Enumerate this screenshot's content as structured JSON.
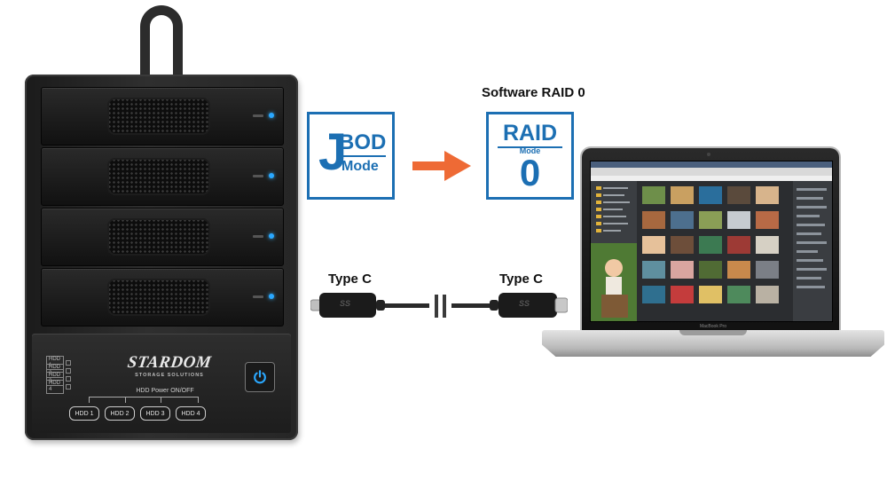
{
  "enclosure": {
    "brand_name": "STARDOM",
    "brand_tagline": "STORAGE SOLUTIONS",
    "led_labels": [
      "HDD 1",
      "HDD 2",
      "HDD 3",
      "HDD 4"
    ],
    "hdd_power_label": "HDD Power ON/OFF",
    "hdd_buttons": [
      "HDD 1",
      "HDD 2",
      "HDD 3",
      "HDD 4"
    ],
    "led_color": "#2aa8ff",
    "power_icon": "power-icon"
  },
  "modes": {
    "from": {
      "letter": "J",
      "top": "BOD",
      "bottom": "Mode"
    },
    "to": {
      "top": "RAID",
      "middle": "Mode",
      "number": "0"
    },
    "to_caption": "Software RAID 0",
    "accent_color": "#1c6fb3",
    "arrow_color": "#ee6a35",
    "arrow_icon": "arrow-right-icon"
  },
  "cable": {
    "left_label": "Type C",
    "right_label": "Type C",
    "left_plug_text": "SS",
    "right_plug_text": "SS"
  },
  "laptop": {
    "model_label": "MacBook Pro"
  }
}
